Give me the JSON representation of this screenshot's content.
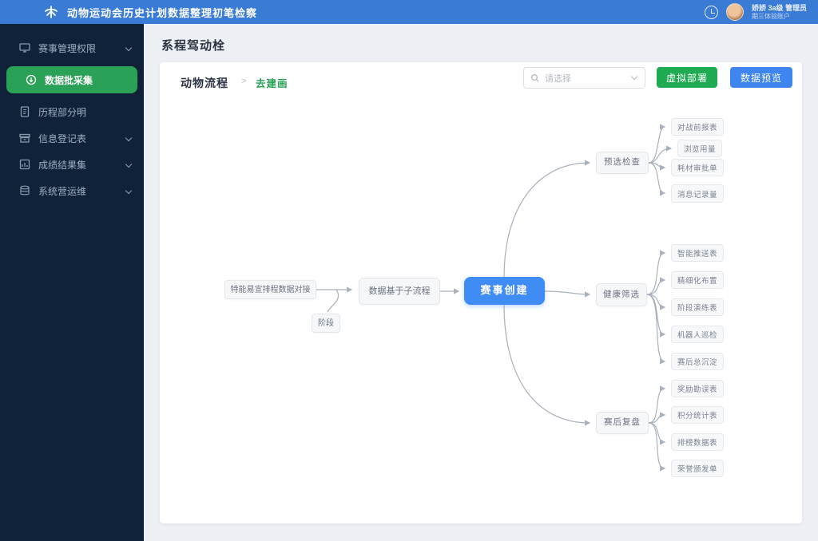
{
  "header": {
    "title": "动物运动会历史计划数据整理初笔检察",
    "user_name": "娇娇 3a级 管理员",
    "user_sub": "期三体验账户"
  },
  "sidebar": {
    "items": [
      {
        "label": "赛事管理权限",
        "icon": "monitor-icon",
        "has_children": true,
        "active": false
      },
      {
        "label": "数据批采集",
        "icon": "collect-icon",
        "has_children": false,
        "active": true
      },
      {
        "label": "历程部分明",
        "icon": "document-icon",
        "has_children": false,
        "active": false
      },
      {
        "label": "信息登记表",
        "icon": "archive-icon",
        "has_children": true,
        "active": false
      },
      {
        "label": "成绩结果集",
        "icon": "chart-icon",
        "has_children": true,
        "active": false
      },
      {
        "label": "系统营运维",
        "icon": "database-icon",
        "has_children": true,
        "active": false
      }
    ]
  },
  "page": {
    "title": "系程驾动栓"
  },
  "toolbar": {
    "flow_title": "动物流程",
    "crumb_sep": ">",
    "flow_link": "去建画",
    "select_placeholder": "请选择",
    "green_button": "虚拟部署",
    "blue_button": "数据预览"
  },
  "flow": {
    "start": "特能易宣排程数据对接",
    "stage": "阶段",
    "middle": "数据基于子流程",
    "main": "赛事创建",
    "branches": [
      {
        "label": "预选检查",
        "leaves": [
          "对战前报表",
          "浏览用量",
          "耗材审批单",
          "消息记录量"
        ]
      },
      {
        "label": "健康筛选",
        "leaves": [
          "智能推送表",
          "精细化布置",
          "阶段演练表",
          "机器人巡检",
          "赛后总沉淀"
        ]
      },
      {
        "label": "赛后复盘",
        "leaves": [
          "奖励勘误表",
          "积分统计表",
          "排榜数据表",
          "荣誉颁发单"
        ]
      }
    ]
  },
  "colors": {
    "header_blue": "#3a7cd5",
    "sidebar_navy": "#0f2239",
    "active_green": "#2aa157",
    "button_green": "#1fab52",
    "button_blue": "#3e85f0",
    "node_blue": "#3f8cf5",
    "edge_gray": "#a9b1bc"
  }
}
